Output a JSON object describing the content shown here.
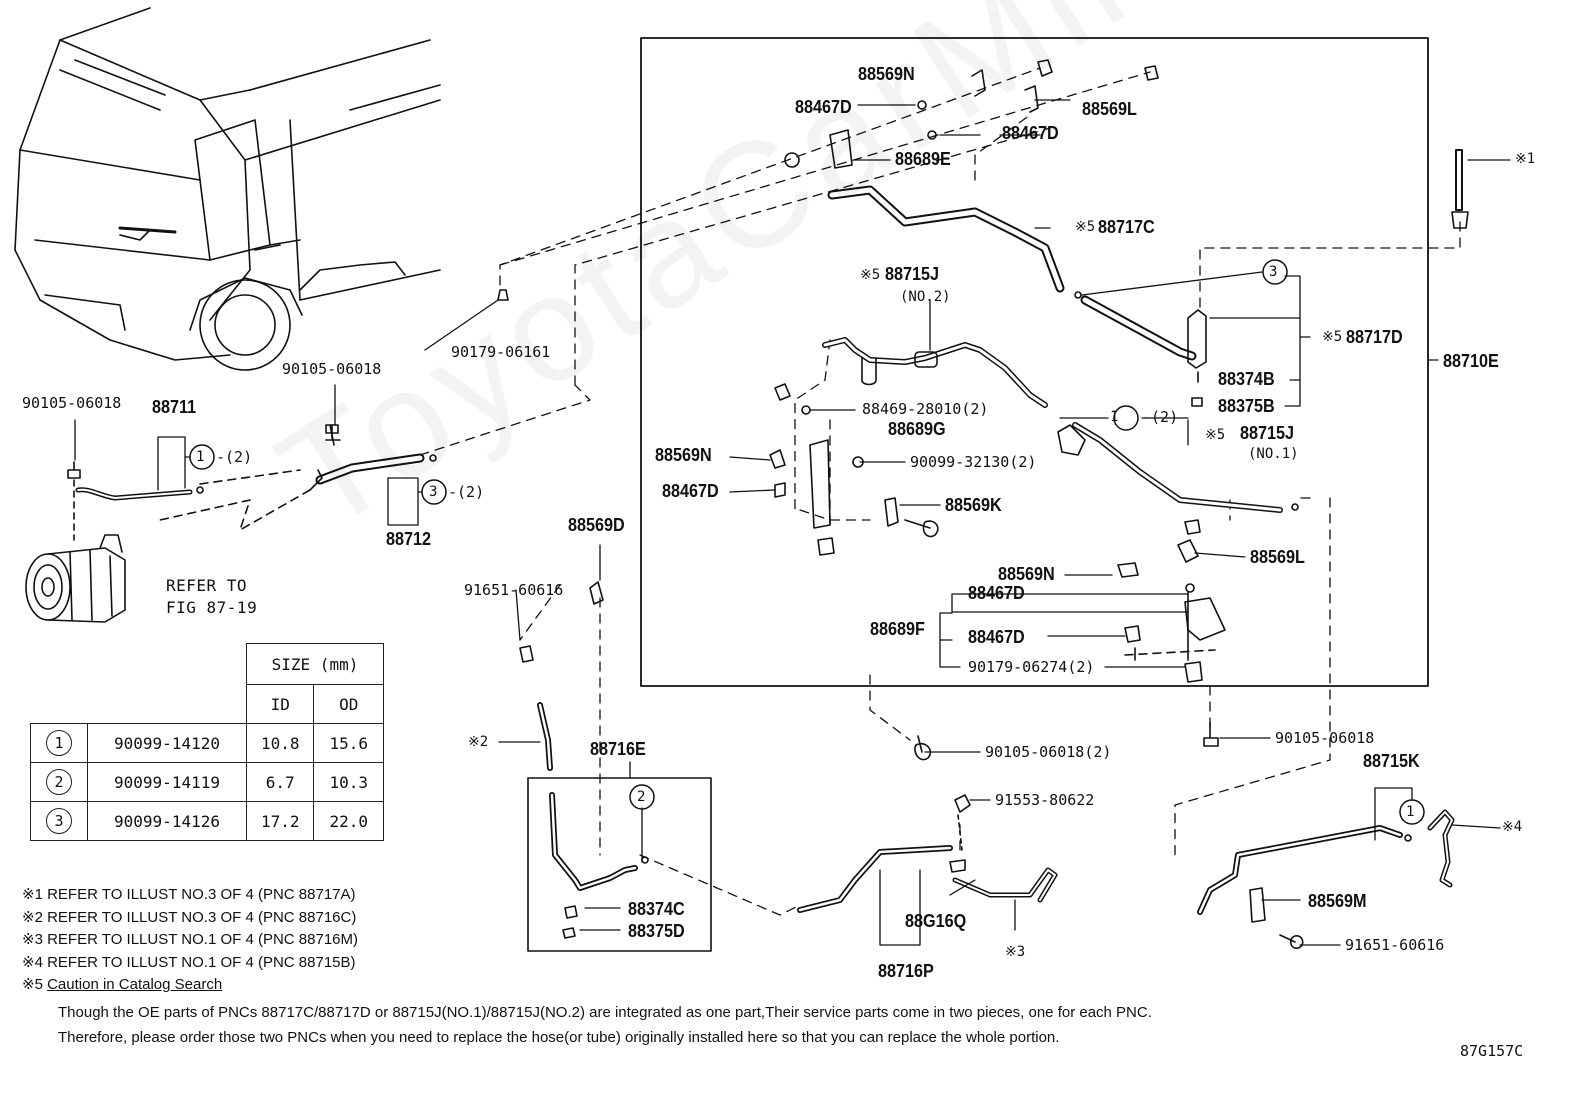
{
  "watermark": "ToyotaCarMine.ru",
  "parts": {
    "p88569N_top": "88569N",
    "p88467D_a": "88467D",
    "p88569L_top": "88569L",
    "p88467D_b": "88467D",
    "p88689E": "88689E",
    "p88717C": "88717C",
    "p88715J_2": "88715J",
    "p88715J_2_sub": "(NO.2)",
    "p88717D": "88717D",
    "p88710E": "88710E",
    "p88374B": "88374B",
    "p88375B": "88375B",
    "p88469": "88469-28010(2)",
    "p88689G": "88689G",
    "p88569N_mid": "88569N",
    "p90099_32130": "90099-32130(2)",
    "p88715J_1": "88715J",
    "p88715J_1_sub": "(NO.1)",
    "p88467D_mid": "88467D",
    "p88569K": "88569K",
    "p88569L_mid": "88569L",
    "p88569N_low": "88569N",
    "p88467D_c": "88467D",
    "p88689F": "88689F",
    "p88467D_d": "88467D",
    "p90179_06274": "90179-06274(2)",
    "p90179_06161": "90179-06161",
    "p90105_06018_a": "90105-06018",
    "p90105_06018_b": "90105-06018",
    "p88711": "88711",
    "p88712": "88712",
    "p88569D": "88569D",
    "p91651_60616_a": "91651-60616",
    "p90105_06018_c": "90105-06018(2)",
    "p90105_06018_d": "90105-06018",
    "p88716E": "88716E",
    "p88374C": "88374C",
    "p88375D": "88375D",
    "p91553_80622": "91553-80622",
    "p88G16Q": "88G16Q",
    "p88716P": "88716P",
    "p88715K": "88715K",
    "p88569M": "88569M",
    "p91651_60616_b": "91651-60616",
    "refer_to": "REFER TO",
    "fig": "FIG 87-19",
    "qty2": "-(2)",
    "mark1": "※1",
    "mark2": "※2",
    "mark3": "※3",
    "mark4": "※4",
    "mark5": "※5",
    "c1": "1",
    "c2": "2",
    "c3": "3"
  },
  "size_table": {
    "header": "SIZE (mm)",
    "col_id": "ID",
    "col_od": "OD",
    "rows": [
      {
        "mark": "1",
        "part": "90099-14120",
        "id": "10.8",
        "od": "15.6"
      },
      {
        "mark": "2",
        "part": "90099-14119",
        "id": "6.7",
        "od": "10.3"
      },
      {
        "mark": "3",
        "part": "90099-14126",
        "id": "17.2",
        "od": "22.0"
      }
    ]
  },
  "footnotes": {
    "n1": "※1 REFER TO ILLUST NO.3 OF 4 (PNC 88717A)",
    "n2": "※2 REFER TO ILLUST NO.3 OF 4 (PNC 88716C)",
    "n3": "※3 REFER TO ILLUST NO.1 OF 4 (PNC 88716M)",
    "n4": "※4 REFER TO ILLUST NO.1 OF 4 (PNC 88715B)",
    "n5_mark": "※5 ",
    "n5_link": "Caution in Catalog Search",
    "text1": "Though the OE parts of PNCs 88717C/88717D or 88715J(NO.1)/88715J(NO.2) are integrated as one part,Their service parts come in two pieces, one for each PNC.",
    "text2": "Therefore, please order those two PNCs when you need to replace the hose(or tube) originally installed here so that you can replace the whole portion."
  },
  "figure_code": "87G157C"
}
